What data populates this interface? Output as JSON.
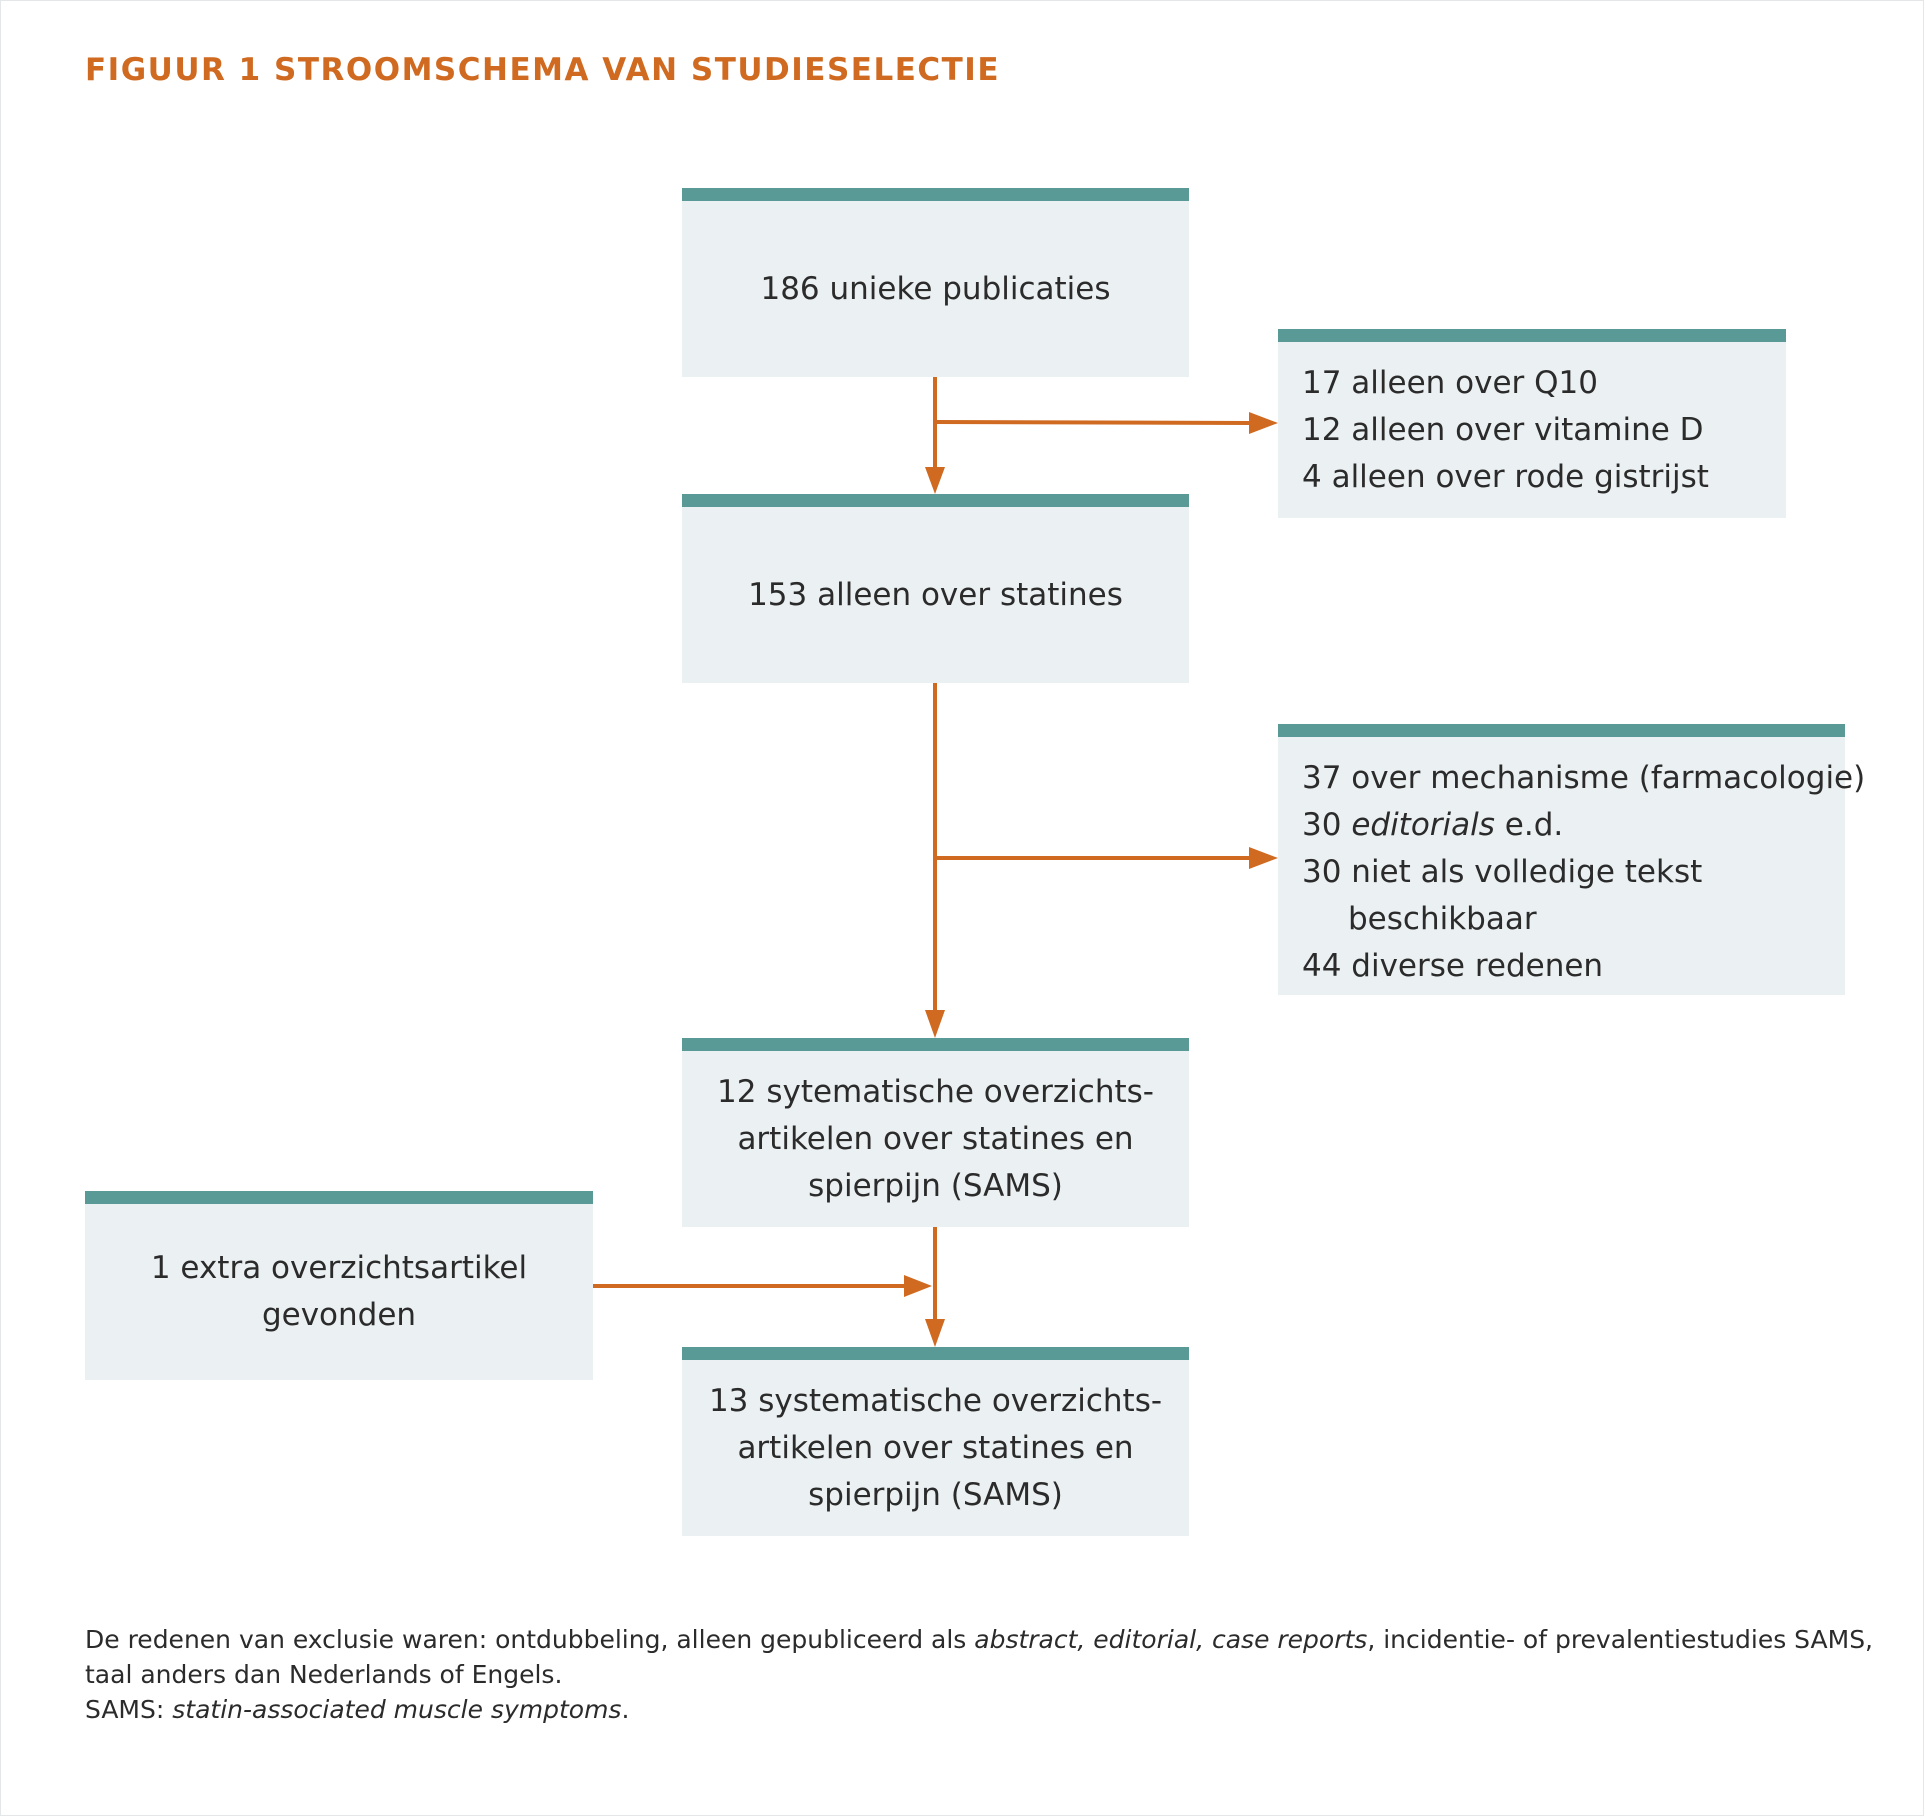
{
  "title": "FIGUUR 1  STROOMSCHEMA VAN STUDIESELECTIE",
  "colors": {
    "accent": "#cf6a20",
    "box_fill": "#ebf0f2",
    "box_bar": "#5a9a96"
  },
  "boxes": {
    "unique": {
      "lines": [
        "186 unieke publicaties"
      ]
    },
    "exclusion1": {
      "lines": [
        "17 alleen over Q10",
        "12 alleen over vitamine D",
        "4 alleen over rode gistrijst"
      ]
    },
    "statins": {
      "lines": [
        "153 alleen over statines"
      ]
    },
    "exclusion2": {
      "l1": "37 over mechanisme (farmacologie)",
      "l2_num": "30 ",
      "l2_italic": "editorials",
      "l2_rest": " e.d.",
      "l3": "30 niet als volledige tekst",
      "l4": "beschikbaar",
      "l5": "44 diverse redenen"
    },
    "reviews12": {
      "lines": [
        "12 sytematische overzichts-",
        "artikelen over statines en",
        "spierpijn (SAMS)"
      ]
    },
    "extra": {
      "lines": [
        "1 extra overzichtsartikel",
        "gevonden"
      ]
    },
    "reviews13": {
      "lines": [
        "13 systematische overzichts-",
        "artikelen over statines en",
        "spierpijn (SAMS)"
      ]
    }
  },
  "footnote": {
    "p1": "De redenen van exclusie waren: ontdubbeling, alleen gepubliceerd als ",
    "p1_it": "abstract, editorial, case reports",
    "p2": ", incidentie- of prevalentiestudies SAMS, taal anders dan Nederlands of Engels.",
    "abbr": "SAMS: ",
    "abbr_it": "statin-associated muscle symptoms",
    "abbr_end": "."
  }
}
